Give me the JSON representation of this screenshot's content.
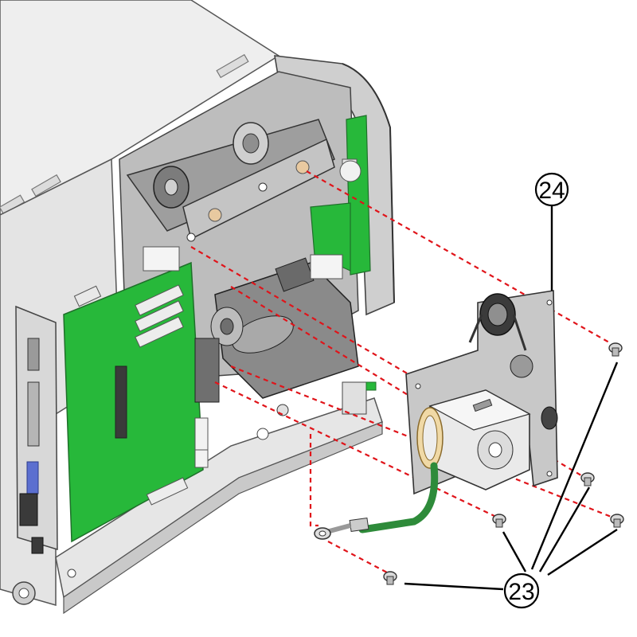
{
  "callouts": [
    {
      "id": "24",
      "label": "24"
    },
    {
      "id": "23",
      "label": "23"
    }
  ],
  "colors": {
    "board_green": "#27b83a",
    "board_green_dark": "#1f8f2e",
    "frame_gray": "#d7d7d7",
    "frame_dark": "#5a5a5a",
    "leader_red": "#e0141a",
    "cable_green": "#2e8b3a"
  }
}
